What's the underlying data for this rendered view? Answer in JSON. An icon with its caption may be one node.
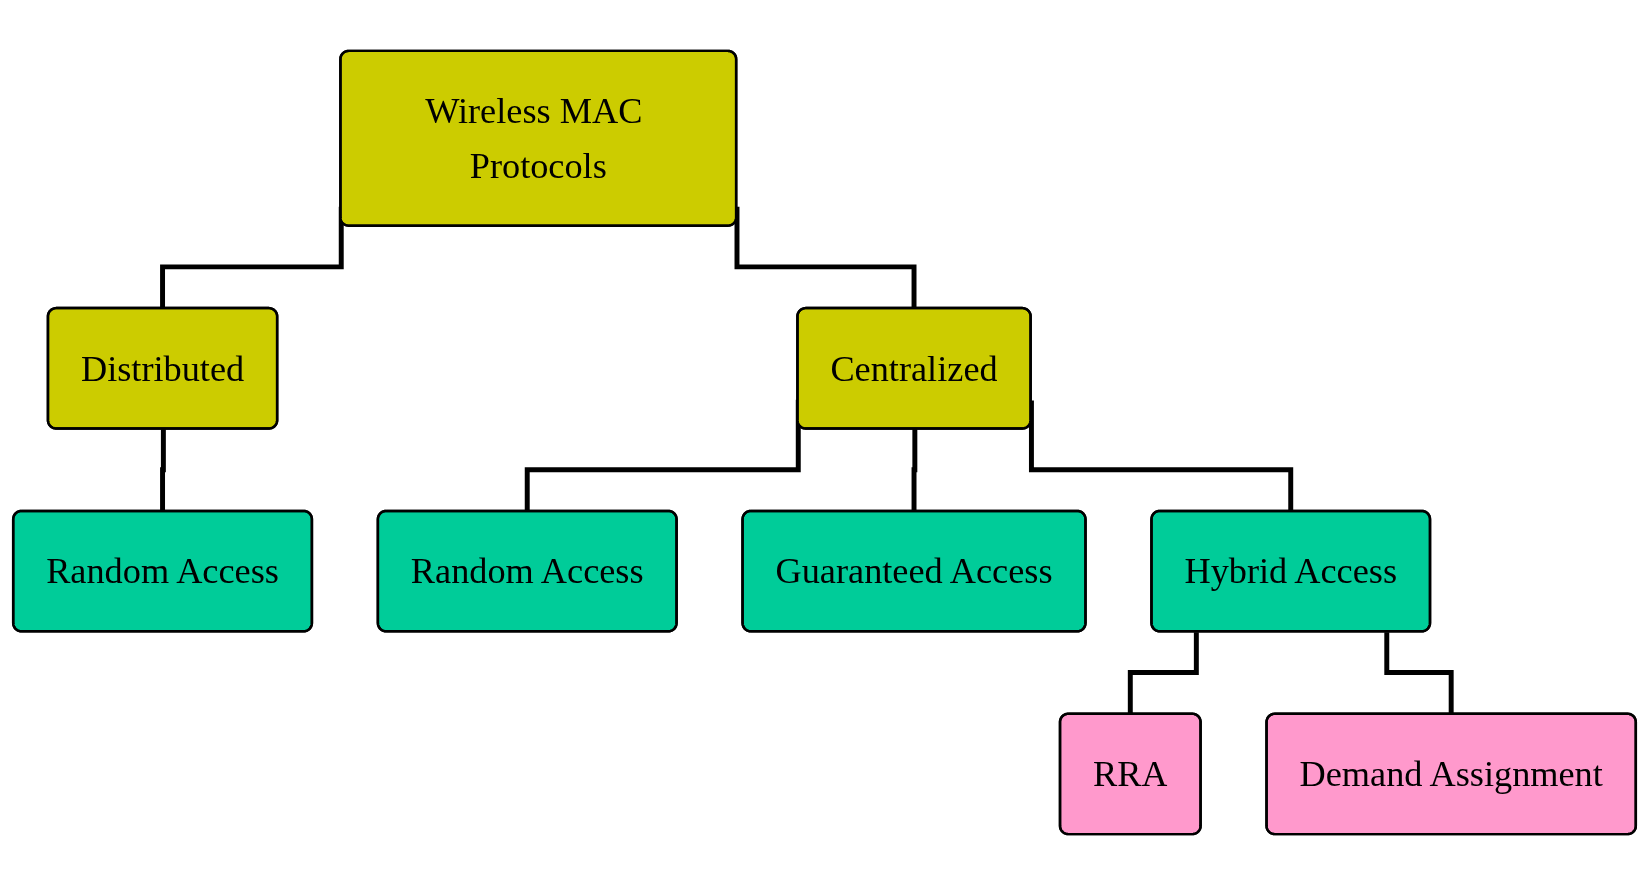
{
  "diagram": {
    "nodes": [
      {
        "text": [
          "Wireless MAC Protocols"
        ]
      },
      {
        "text": [
          "Distributed"
        ]
      },
      {
        "text": [
          "Centralized"
        ]
      },
      {
        "text": [
          "Random Access"
        ]
      },
      {
        "text": [
          "Random Access"
        ]
      },
      {
        "text": [
          "Guaranteed Access"
        ]
      },
      {
        "text": [
          "Hybrid Access"
        ]
      },
      {
        "text": [
          "RRA"
        ]
      },
      {
        "text": [
          "Demand Assignment"
        ]
      }
    ],
    "edges": [
      {
        "from": 0,
        "to": 1,
        "arrow": "none"
      },
      {
        "from": 0,
        "to": 2,
        "arrow": "none"
      },
      {
        "from": 1,
        "to": 3,
        "arrow": "none"
      },
      {
        "from": 2,
        "to": 4,
        "arrow": "none"
      },
      {
        "from": 2,
        "to": 5,
        "arrow": "none"
      },
      {
        "from": 2,
        "to": 6,
        "arrow": "none"
      },
      {
        "from": 6,
        "to": 7,
        "arrow": "none"
      },
      {
        "from": 6,
        "to": 8,
        "arrow": "none"
      }
    ]
  }
}
